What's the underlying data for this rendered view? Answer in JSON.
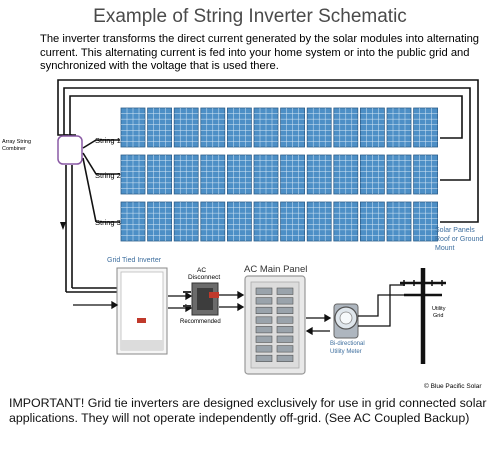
{
  "title": "Example of String Inverter Schematic",
  "intro": "The inverter transforms the direct current generated by the solar modules into alternating current. This alternating current is fed into your home system or into the public grid and synchronized with the voltage that is used there.",
  "labels": {
    "combiner": [
      "Array String",
      "Combiner"
    ],
    "string1": "String 1",
    "string2": "String 2",
    "string3": "String 3",
    "solar_panels": [
      "Solar Panels",
      "Roof or Ground",
      "Mount"
    ],
    "inverter": "Grid Tied Inverter",
    "ac_disconnect": [
      "AC",
      "Disconnect"
    ],
    "recommended": "Recommended",
    "ac_main_panel": "AC Main Panel",
    "meter": [
      "Bi-directional",
      "Utility Meter"
    ],
    "utility_grid": [
      "Utility",
      "Grid"
    ],
    "credit": "© Blue Pacific Solar"
  },
  "footer": "IMPORTANT! Grid tie inverters are designed exclusively for use in grid connected solar applications. They will not operate independently off-grid. (See AC Coupled Backup)",
  "colors": {
    "panel_fill": "#4d8fc6",
    "panel_grid": "#d7e8f6",
    "wire": "#111111",
    "combiner_stroke": "#8a5aa5",
    "label_blue": "#3d6e9e"
  }
}
